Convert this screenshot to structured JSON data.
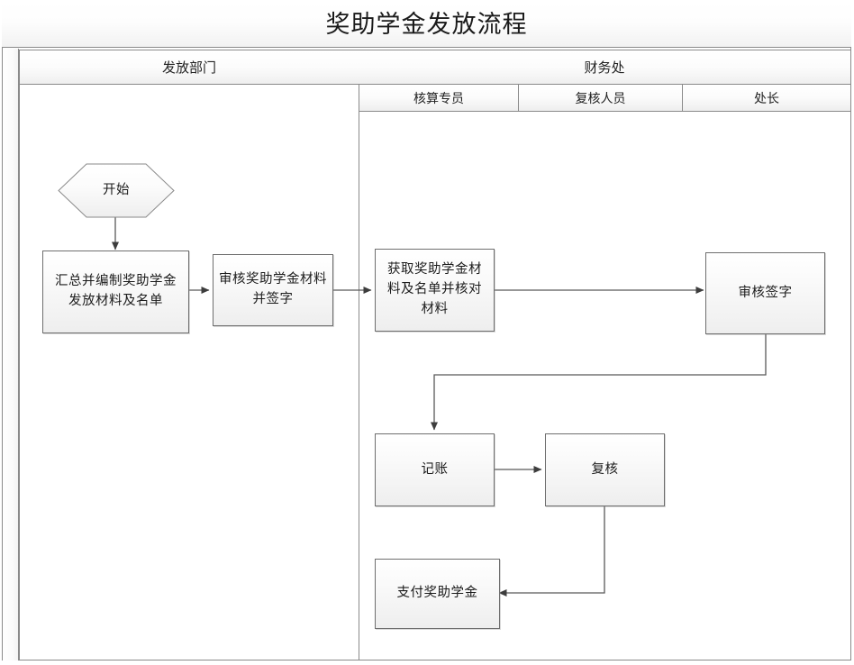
{
  "diagram": {
    "title": "奖助学金发放流程",
    "lanes": [
      {
        "label": "发放部门",
        "roles": []
      },
      {
        "label": "财务处",
        "roles": [
          "核算专员",
          "复核人员",
          "处长"
        ]
      }
    ],
    "nodes": [
      {
        "id": "start",
        "shape": "hexagon",
        "label": "开始",
        "lane": "发放部门"
      },
      {
        "id": "compile",
        "shape": "process",
        "label": "汇总并编制奖助学金发放材料及名单",
        "lane": "发放部门"
      },
      {
        "id": "review1",
        "shape": "process",
        "label": "审核奖助学金材料并签字",
        "lane": "发放部门"
      },
      {
        "id": "fetch",
        "shape": "process",
        "label": "获取奖助学金材料及名单并核对材料",
        "lane": "核算专员"
      },
      {
        "id": "sign",
        "shape": "process",
        "label": "审核签字",
        "lane": "处长"
      },
      {
        "id": "bookkeep",
        "shape": "process",
        "label": "记账",
        "lane": "核算专员"
      },
      {
        "id": "recheck",
        "shape": "process",
        "label": "复核",
        "lane": "复核人员"
      },
      {
        "id": "pay",
        "shape": "process",
        "label": "支付奖助学金",
        "lane": "核算专员"
      }
    ],
    "edges": [
      {
        "from": "start",
        "to": "compile"
      },
      {
        "from": "compile",
        "to": "review1"
      },
      {
        "from": "review1",
        "to": "fetch"
      },
      {
        "from": "fetch",
        "to": "sign"
      },
      {
        "from": "sign",
        "to": "bookkeep"
      },
      {
        "from": "bookkeep",
        "to": "recheck"
      },
      {
        "from": "recheck",
        "to": "pay"
      }
    ],
    "colors": {
      "border": "#6e6e6e",
      "frame": "#8a8a8a",
      "connector": "#595959",
      "text": "#1c1c1c",
      "node_fill_top": "#ffffff",
      "node_fill_bottom": "#eeeeee"
    }
  }
}
